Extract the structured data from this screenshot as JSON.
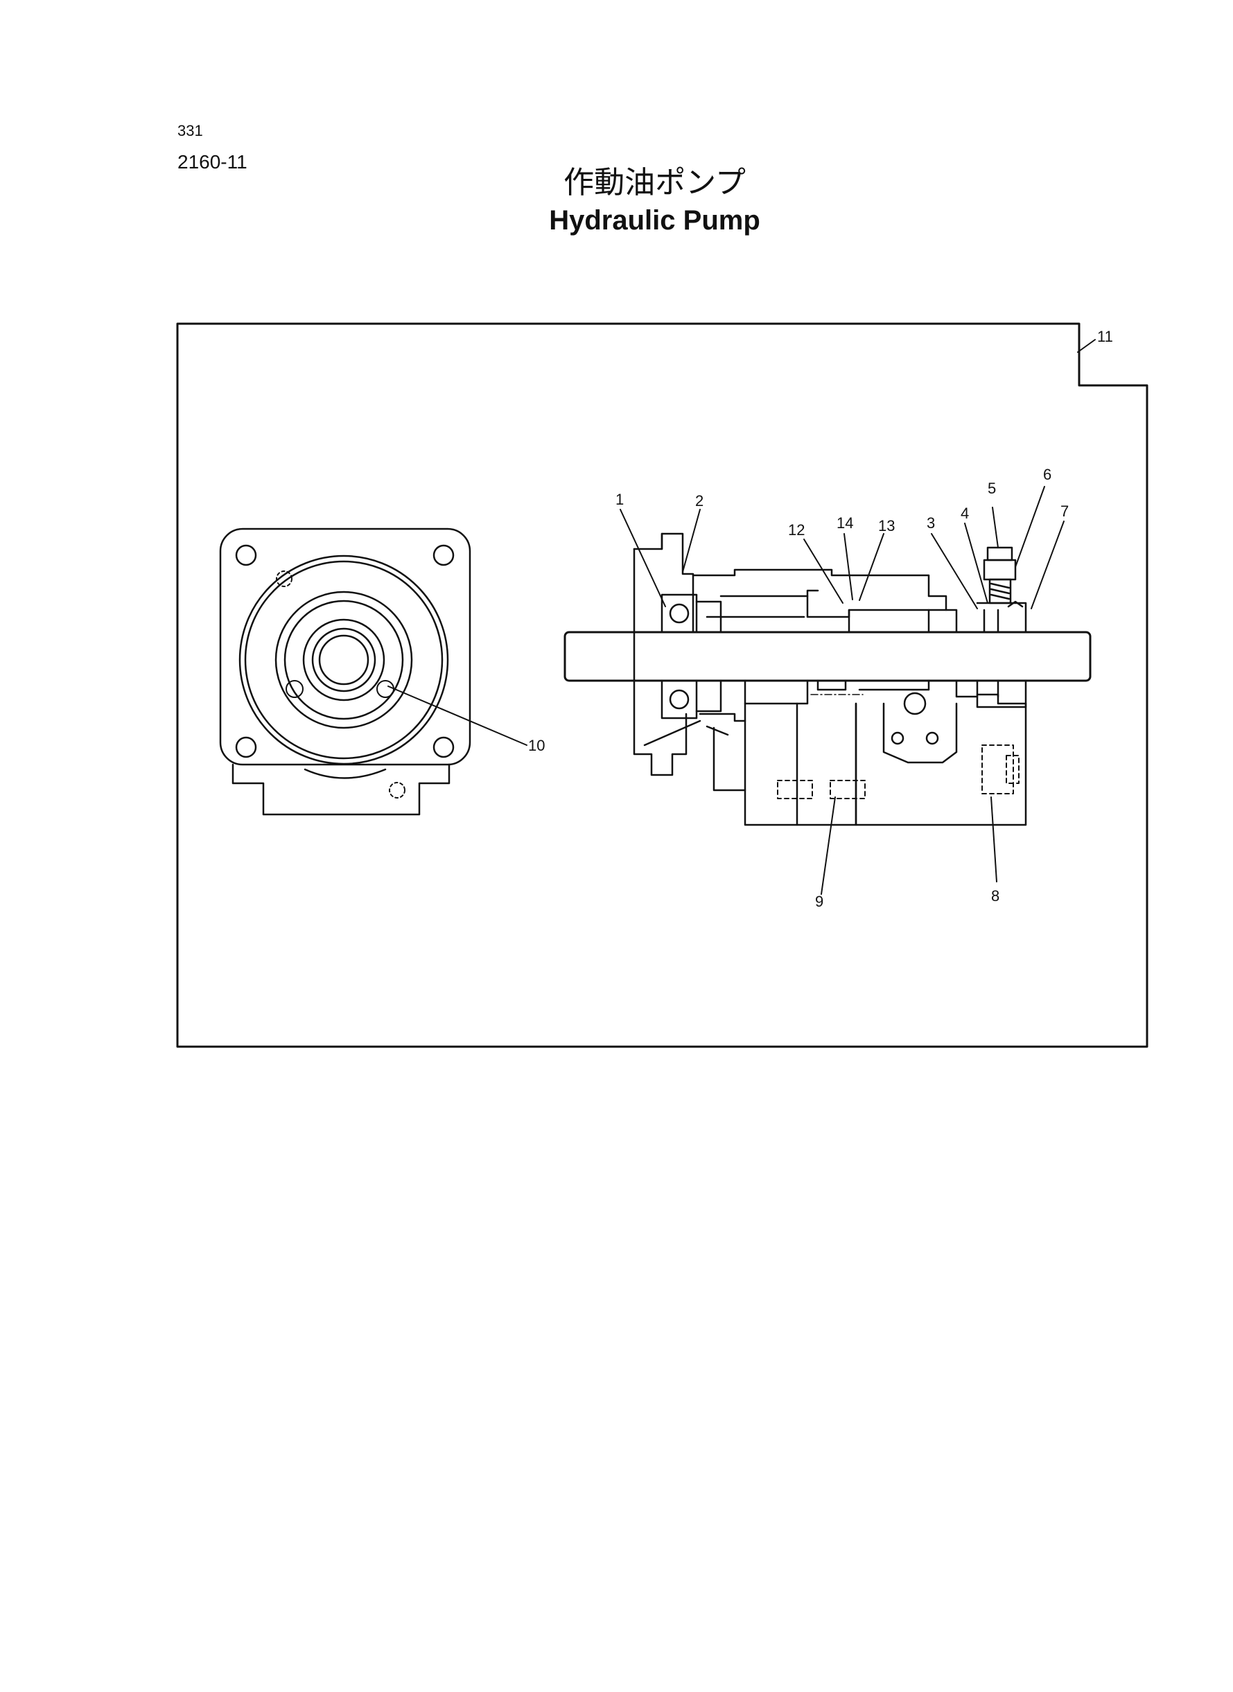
{
  "header": {
    "page_number": "331",
    "catalog_code": "2160-11",
    "title_ja": "作動油ポンプ",
    "title_en": "Hydraulic Pump"
  },
  "callouts": {
    "c1": "1",
    "c2": "2",
    "c3": "3",
    "c4": "4",
    "c5": "5",
    "c6": "6",
    "c7": "7",
    "c8": "8",
    "c9": "9",
    "c10": "10",
    "c11": "11",
    "c12": "12",
    "c13": "13",
    "c14": "14"
  }
}
